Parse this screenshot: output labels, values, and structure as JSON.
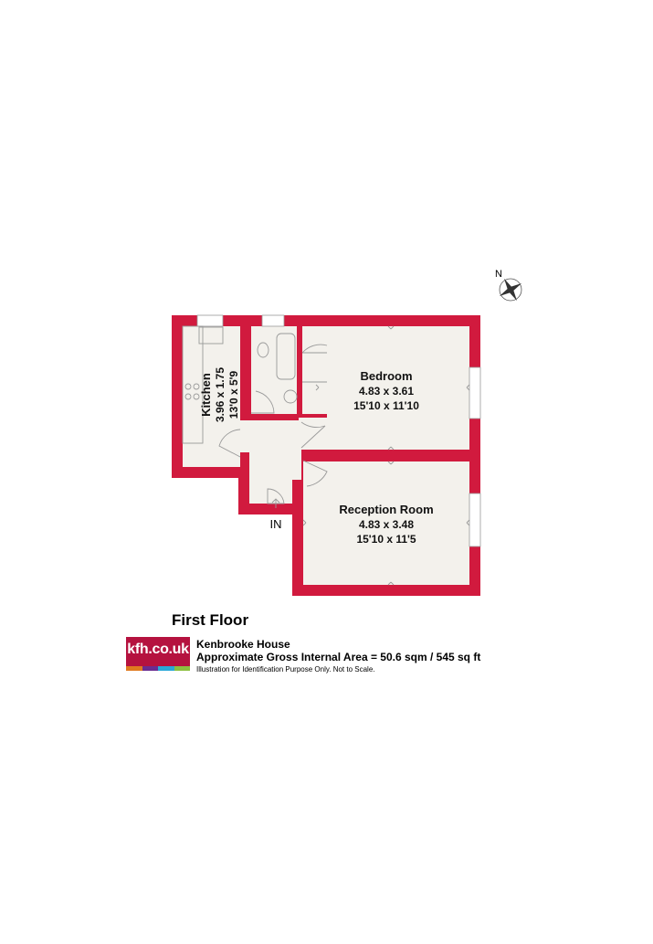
{
  "rooms": {
    "bedroom": {
      "name": "Bedroom",
      "metric": "4.83 x 3.61",
      "imperial": "15'10 x 11'10"
    },
    "reception": {
      "name": "Reception Room",
      "metric": "4.83 x 3.48",
      "imperial": "15'10 x 11'5"
    },
    "kitchen": {
      "name": "Kitchen",
      "metric": "3.96 x 1.75",
      "imperial": "13'0 x 5'9"
    }
  },
  "entrance_label": "IN",
  "compass_label": "N",
  "floor_title": "First Floor",
  "brand": {
    "text": "kfh.co.uk",
    "stripe_colors": [
      "#e07a1f",
      "#6a2c91",
      "#2aa8d8",
      "#8cbf3f"
    ]
  },
  "footer": {
    "property_name": "Kenbrooke House",
    "gross_area": "Approximate Gross Internal Area = 50.6 sqm / 545 sq ft",
    "disclaimer": "Illustration for Identification Purpose Only. Not to Scale."
  },
  "colors": {
    "wall": "#d11a3e",
    "floor": "#f3f1ec",
    "fixtures": "#9a9a9a"
  }
}
